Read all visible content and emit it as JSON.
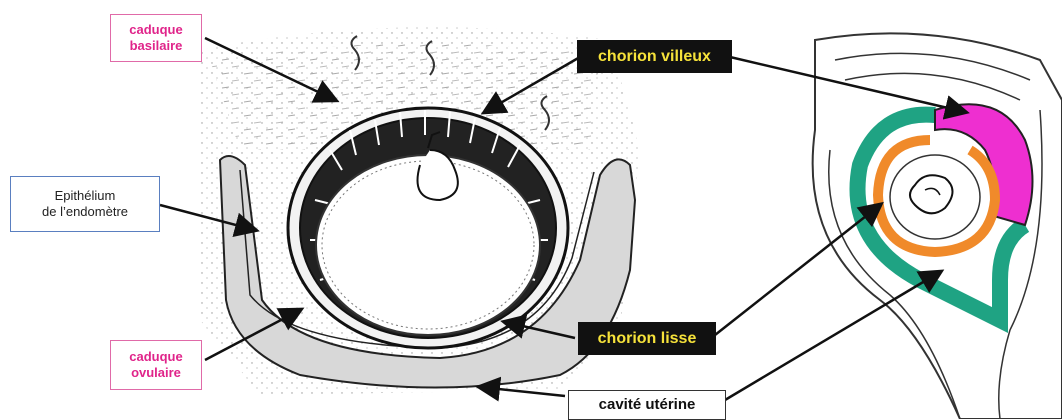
{
  "labels": {
    "caduque_basilaire": [
      "caduque",
      "basilaire"
    ],
    "epithelium": [
      "Epithélium",
      "de l’endomètre"
    ],
    "caduque_ovulaire": [
      "caduque",
      "ovulaire"
    ],
    "chorion_villeux": "chorion villeux",
    "chorion_lisse": "chorion lisse",
    "cavite_uterine": "cavité utérine"
  },
  "colors": {
    "label_pink": "#e0248a",
    "label_blue_border": "#5a7fc0",
    "label_dark_bg": "#111111",
    "label_dark_text": "#f6e23a",
    "chorion_villeux_fill": "#ee2fd0",
    "amnion_orange": "#f08a2a",
    "green_band": "#1fa383"
  }
}
